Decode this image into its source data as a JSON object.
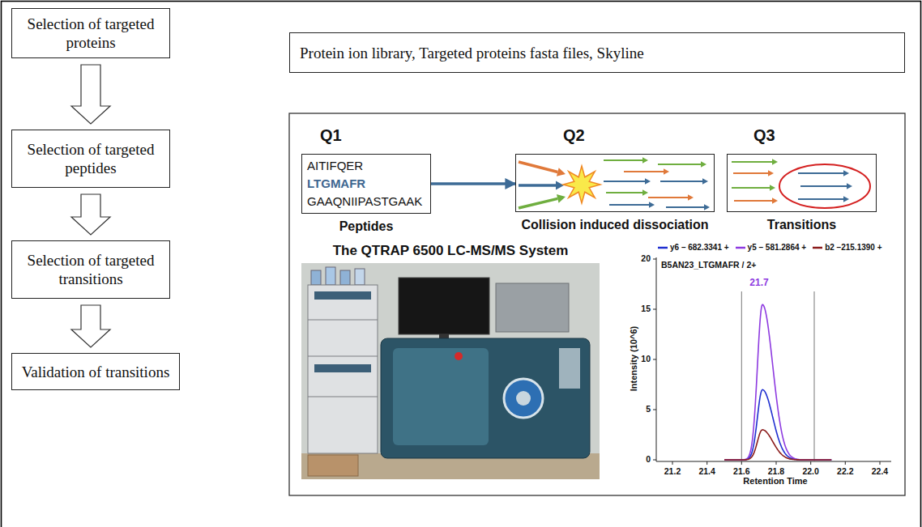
{
  "diagram": {
    "nodes": [
      {
        "text": [
          "Selection of targeted proteins"
        ]
      },
      {
        "text": [
          "Selection of targeted peptides"
        ]
      },
      {
        "text": [
          "Selection of targeted transitions"
        ]
      },
      {
        "text": [
          "Validation of transitions"
        ]
      },
      {
        "text": [
          "Protein ion library, Targeted proteins fasta files, Skyline"
        ]
      },
      {
        "text": [
          "Q1",
          "AITIFQER",
          "LTGMAFR",
          "GAAQNIIPASTGAAK",
          "Peptides"
        ]
      },
      {
        "text": [
          "Q2",
          "Collision induced dissociation"
        ]
      },
      {
        "text": [
          "Q3",
          "Transitions"
        ]
      }
    ],
    "edges": [
      {
        "from": 0,
        "to": 1,
        "arrow": "to"
      },
      {
        "from": 1,
        "to": 2,
        "arrow": "to"
      },
      {
        "from": 2,
        "to": 3,
        "arrow": "to"
      },
      {
        "from": 5,
        "to": 6,
        "arrow": "to"
      }
    ],
    "labels": [
      "The QTRAP 6500 LC-MS/MS System",
      "B5AN23_LTGMAFR / 2+",
      "21.7",
      "20",
      "15",
      "10",
      "5",
      "0",
      "Intensity (10^6)",
      "21.2",
      "21.4",
      "21.6",
      "21.8",
      "22.0",
      "22.2",
      "22.4",
      "Retention Time"
    ],
    "legend": [
      {
        "text": "y6 – 682.3341 +"
      },
      {
        "text": "y5 – 581.2864 +"
      },
      {
        "text": "b2 –215.1390 +"
      }
    ]
  }
}
